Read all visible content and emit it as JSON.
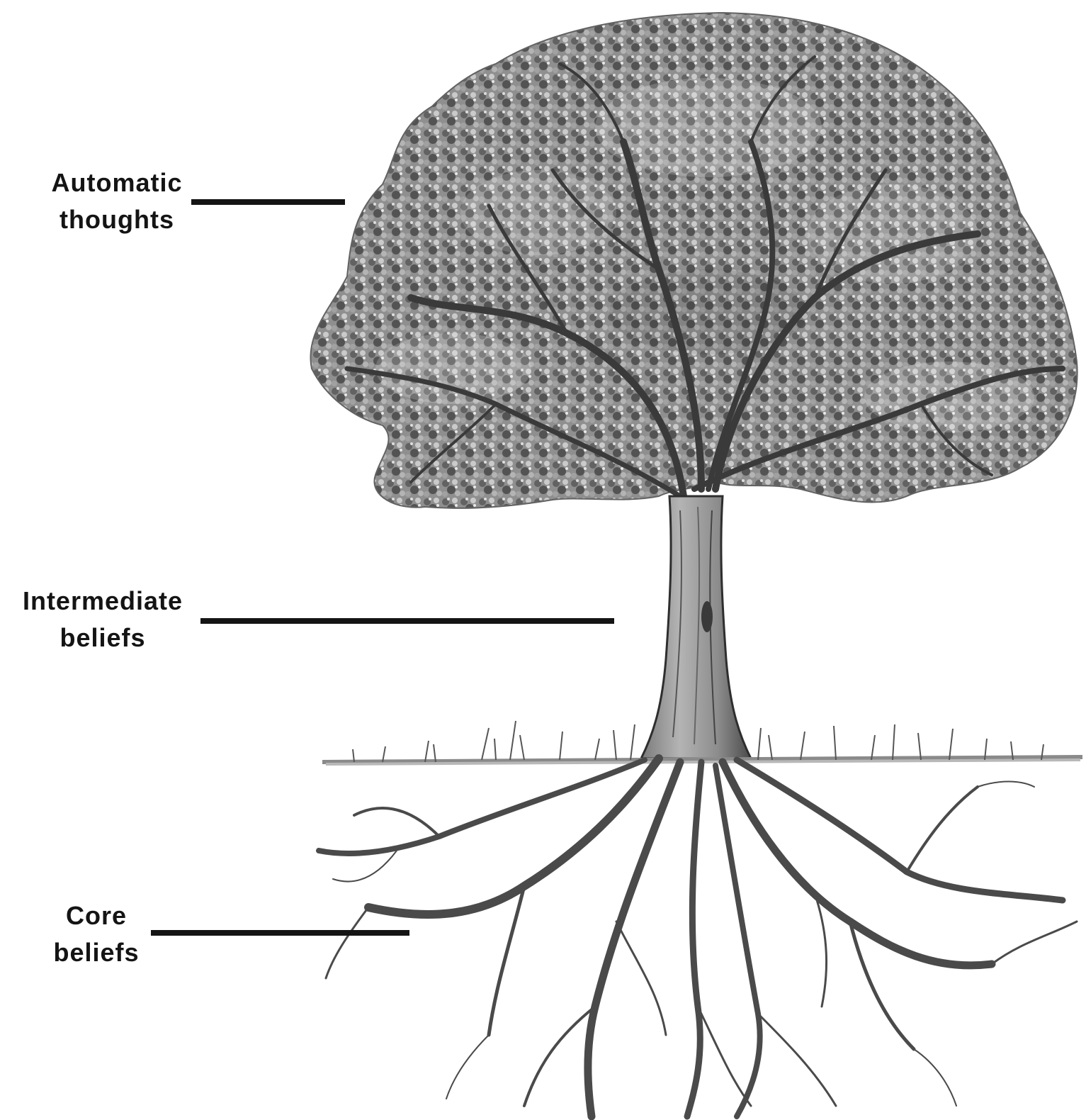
{
  "labels": {
    "automatic": {
      "line1": "Automatic",
      "line2": "thoughts"
    },
    "intermediate": {
      "line1": "Intermediate",
      "line2": "beliefs"
    },
    "core": {
      "line1": "Core",
      "line2": "beliefs"
    }
  },
  "colors": {
    "ink": "#141414",
    "background": "#ffffff",
    "pencil_dark": "#3a3a3a",
    "pencil_mid": "#6e6e6e",
    "pencil_light": "#a8a8a8"
  },
  "illustration": "tree-with-roots-pencil-drawing"
}
